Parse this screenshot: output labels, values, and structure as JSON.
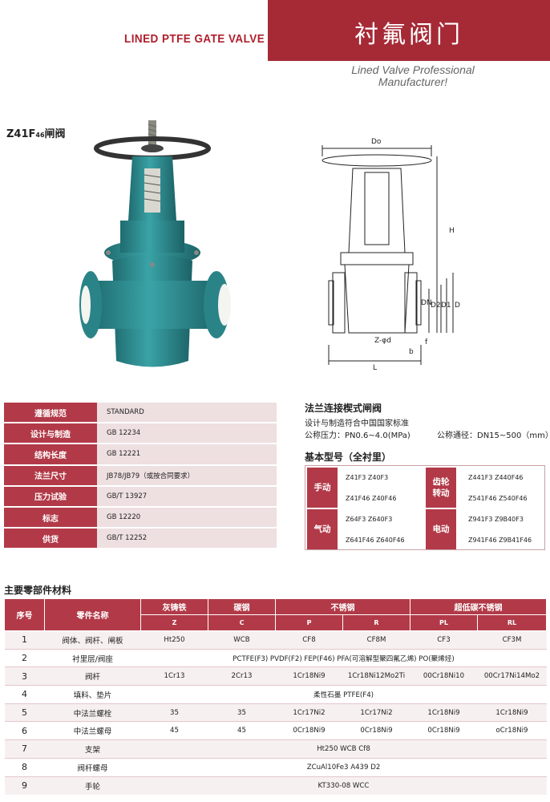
{
  "header": {
    "subtitle": "LINED PTFE GATE VALVE",
    "title": "衬氟阀门",
    "tagline_1": "Lined Valve Professional",
    "tagline_2": "Manufacturer!"
  },
  "model": {
    "prefix": "Z41F",
    "suffix": "46",
    "label": "闸阀"
  },
  "drawing_labels": {
    "Do": "Do",
    "H": "H",
    "DN": "DN",
    "D2": "D2",
    "D1": "D1",
    "D": "D",
    "Z": "Z-φd",
    "f": "f",
    "b": "b",
    "L": "L"
  },
  "spec": [
    {
      "key": "遵循规范",
      "value": "STANDARD"
    },
    {
      "key": "设计与制造",
      "value": "GB 12234"
    },
    {
      "key": "结构长度",
      "value": "GB 12221"
    },
    {
      "key": "法兰尺寸",
      "value": "JB78/JB79（或按合同要求）"
    },
    {
      "key": "压力试验",
      "value": "GB/T 13927"
    },
    {
      "key": "标志",
      "value": "GB 12220"
    },
    {
      "key": "供货",
      "value": "GB/T 12252"
    }
  ],
  "flange": {
    "title": "法兰连接楔式闸阀",
    "line1": "设计与制造符合中国国家标准",
    "line2a": "公称压力：PN0.6~4.0(MPa)",
    "line2b": "公称通径：DN15~500（mm）"
  },
  "types": {
    "title": "基本型号（全衬里）",
    "manual": "手动",
    "manual_1": "Z41F3  Z40F3",
    "manual_2": "Z41F46  Z40F46",
    "gear_1": "齿轮",
    "gear_2": "转动",
    "gear_a": "Z441F3  Z440F46",
    "gear_b": "Z541F46  Z540F46",
    "pneumatic": "气动",
    "pneu_1": "Z64F3  Z640F3",
    "pneu_2": "Z641F46  Z640F46",
    "electric": "电动",
    "elec_1": "Z941F3  Z9B40F3",
    "elec_2": "Z941F46  Z9B41F46"
  },
  "materials": {
    "title": "主要零部件材料",
    "h_no": "序号",
    "h_name": "零件名称",
    "h_grey": "灰铸铁",
    "h_carbon": "碳钢",
    "h_stainless": "不锈钢",
    "h_lowc": "超低碳不锈钢",
    "s_z": "Z",
    "s_c": "C",
    "s_p": "P",
    "s_r": "R",
    "s_pl": "PL",
    "s_rl": "RL",
    "rows": [
      {
        "no": "1",
        "name": "阀体、阀杆、闸板",
        "cells": [
          "Ht250",
          "WCB",
          "CF8",
          "CF8M",
          "CF3",
          "CF3M"
        ]
      },
      {
        "no": "2",
        "name": "衬里层/阀座",
        "span": "PCTFE(F3)   PVDF(F2)   FEP(F46)   PFA(可溶解型聚四氟乙烯)   PO(聚烯烃)"
      },
      {
        "no": "3",
        "name": "阀杆",
        "cells": [
          "1Cr13",
          "2Cr13",
          "1Cr18Ni9",
          "1Cr18Ni12Mo2Ti",
          "00Cr18Ni10",
          "00Cr17Ni14Mo2"
        ]
      },
      {
        "no": "4",
        "name": "填料、垫片",
        "span": "柔性石墨  PTFE(F4)"
      },
      {
        "no": "5",
        "name": "中法兰螺栓",
        "cells": [
          "35",
          "35",
          "1Cr17Ni2",
          "1Cr17Ni2",
          "1Cr18Ni9",
          "1Cr18Ni9"
        ]
      },
      {
        "no": "6",
        "name": "中法兰螺母",
        "cells": [
          "45",
          "45",
          "0Cr18Ni9",
          "0Cr18Ni9",
          "0Cr18Ni9",
          "oCr18Ni9"
        ]
      },
      {
        "no": "7",
        "name": "支架",
        "span": "Ht250    WCB  Cf8"
      },
      {
        "no": "8",
        "name": "阀杆螺母",
        "span": "ZCuAl10Fe3      A439 D2"
      },
      {
        "no": "9",
        "name": "手轮",
        "span": "KT330-08 WCC"
      }
    ]
  },
  "colors": {
    "brand_red": "#a62a36",
    "row_red": "#b23a48",
    "valve_teal": "#2e8c8f"
  }
}
